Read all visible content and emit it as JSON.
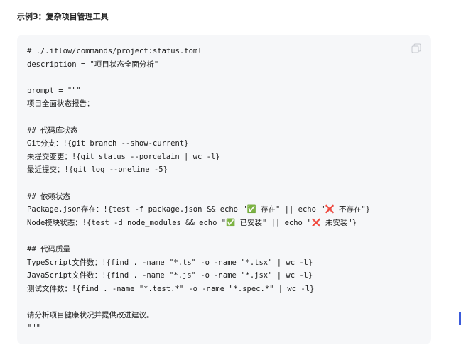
{
  "heading": "示例3：复杂项目管理工具",
  "code_block": {
    "copy_icon": "copy-icon",
    "lines": [
      "# ./.iflow/commands/project:status.toml",
      "description = \"项目状态全面分析\"",
      "",
      "prompt = \"\"\"",
      "项目全面状态报告：",
      "",
      "## 代码库状态",
      "Git分支：!{git branch --show-current}",
      "未提交变更：!{git status --porcelain | wc -l}",
      "最近提交：!{git log --oneline -5}",
      "",
      "## 依赖状态",
      "Package.json存在：!{test -f package.json && echo \"✅ 存在\" || echo \"❌ 不存在\"}",
      "Node模块状态：!{test -d node_modules && echo \"✅ 已安装\" || echo \"❌ 未安装\"}",
      "",
      "## 代码质量",
      "TypeScript文件数：!{find . -name \"*.ts\" -o -name \"*.tsx\" | wc -l}",
      "JavaScript文件数：!{find . -name \"*.js\" -o -name \"*.jsx\" | wc -l}",
      "测试文件数：!{find . -name \"*.test.*\" -o -name \"*.spec.*\" | wc -l}",
      "",
      "请分析项目健康状况并提供改进建议。",
      "\"\"\""
    ]
  }
}
